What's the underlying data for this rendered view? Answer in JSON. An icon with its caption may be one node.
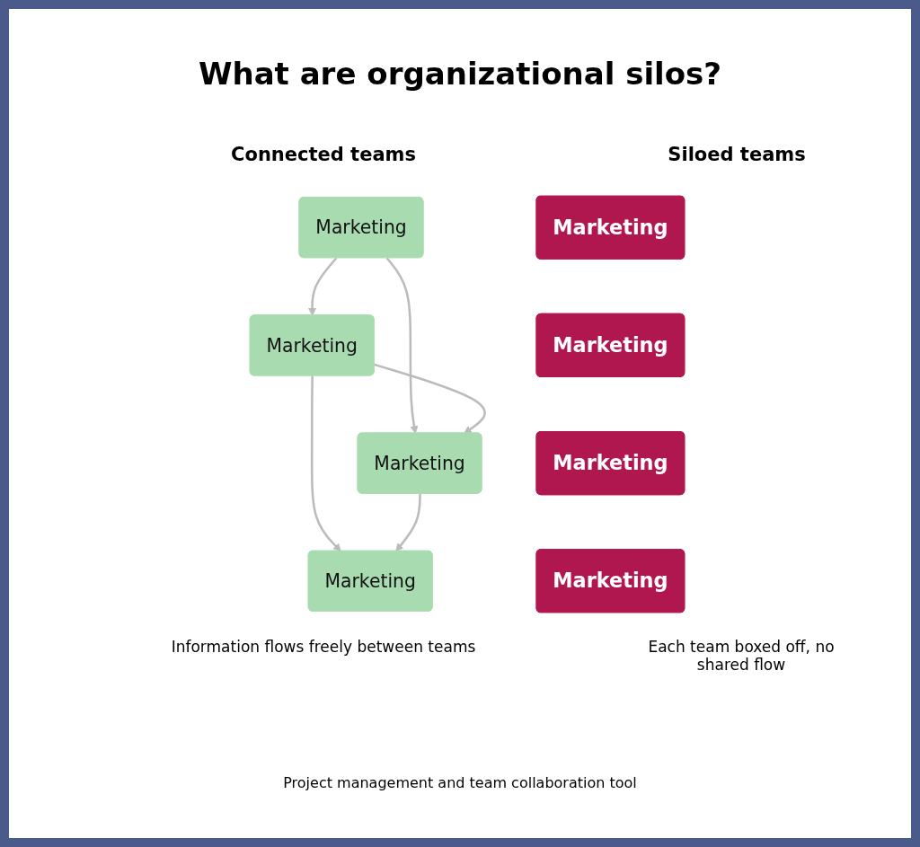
{
  "diagram": {
    "title": "What are organizational silos?",
    "nodes": [
      {
        "text": [
          "Marketing"
        ]
      },
      {
        "text": [
          "Marketing"
        ]
      },
      {
        "text": [
          "Marketing"
        ]
      },
      {
        "text": [
          "Marketing"
        ]
      },
      {
        "text": [
          "Marketing"
        ]
      },
      {
        "text": [
          "Marketing"
        ]
      },
      {
        "text": [
          "Marketing"
        ]
      },
      {
        "text": [
          "Marketing"
        ]
      }
    ],
    "edges": [
      {
        "from": 0,
        "to": 1,
        "arrow": "to"
      },
      {
        "from": 0,
        "to": 2,
        "arrow": "to"
      },
      {
        "from": 1,
        "to": 2,
        "arrow": "to"
      },
      {
        "from": 1,
        "to": 3,
        "arrow": "to"
      },
      {
        "from": 2,
        "to": 3,
        "arrow": "to"
      }
    ],
    "labels": [
      "Connected teams",
      "Siloed teams",
      "Information flows freely between teams",
      "Each team boxed off, no shared flow",
      "Project management and team collaboration tool"
    ]
  }
}
